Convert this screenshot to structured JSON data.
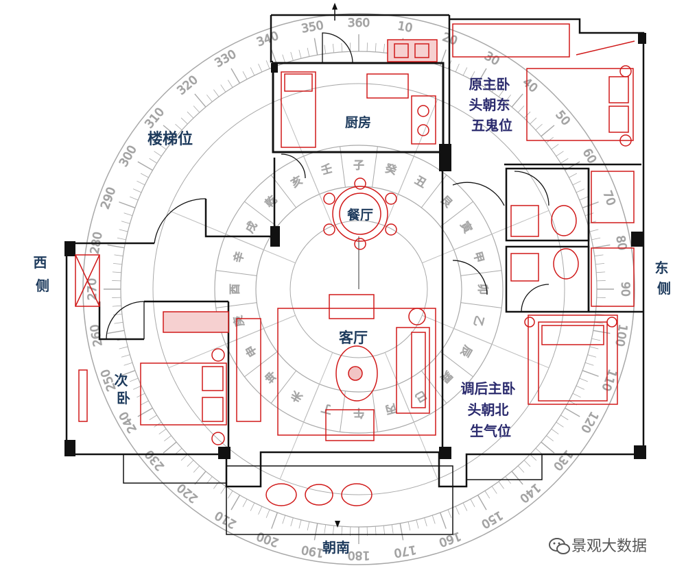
{
  "colors": {
    "wall": "#111111",
    "furniture": "#d01818",
    "compass": "#9a9a9a",
    "label_dark": "#1d3a5c",
    "label_main": "#2b2b6e",
    "watermark": "#555555"
  },
  "rooms": {
    "kitchen": "厨房",
    "dining": "餐厅",
    "living": "客厅",
    "stairs": "楼梯位",
    "second_bedroom": "次卧",
    "original_master": [
      "原主卧",
      "头朝东",
      "五鬼位"
    ],
    "adjusted_master": [
      "调后主卧",
      "头朝北",
      "生气位"
    ]
  },
  "sides": {
    "west": "西侧",
    "east": "东侧",
    "south": "朝南"
  },
  "compass": {
    "ticks": [
      "360",
      "10",
      "20",
      "30",
      "40",
      "50",
      "60",
      "70",
      "80",
      "90",
      "100",
      "110",
      "120",
      "130",
      "140",
      "150",
      "160",
      "170",
      "180",
      "190",
      "200",
      "210",
      "220",
      "230",
      "240",
      "250",
      "260",
      "270",
      "280",
      "290",
      "300",
      "310",
      "320",
      "330",
      "340",
      "350"
    ],
    "mountains": [
      "子",
      "癸",
      "丑",
      "艮",
      "寅",
      "甲",
      "卯",
      "乙",
      "辰",
      "巽",
      "巳",
      "丙",
      "午",
      "丁",
      "未",
      "坤",
      "申",
      "庚",
      "酉",
      "辛",
      "戌",
      "乾",
      "亥",
      "壬"
    ]
  },
  "watermark": {
    "icon": "wechat-icon",
    "text": "景观大数据"
  }
}
